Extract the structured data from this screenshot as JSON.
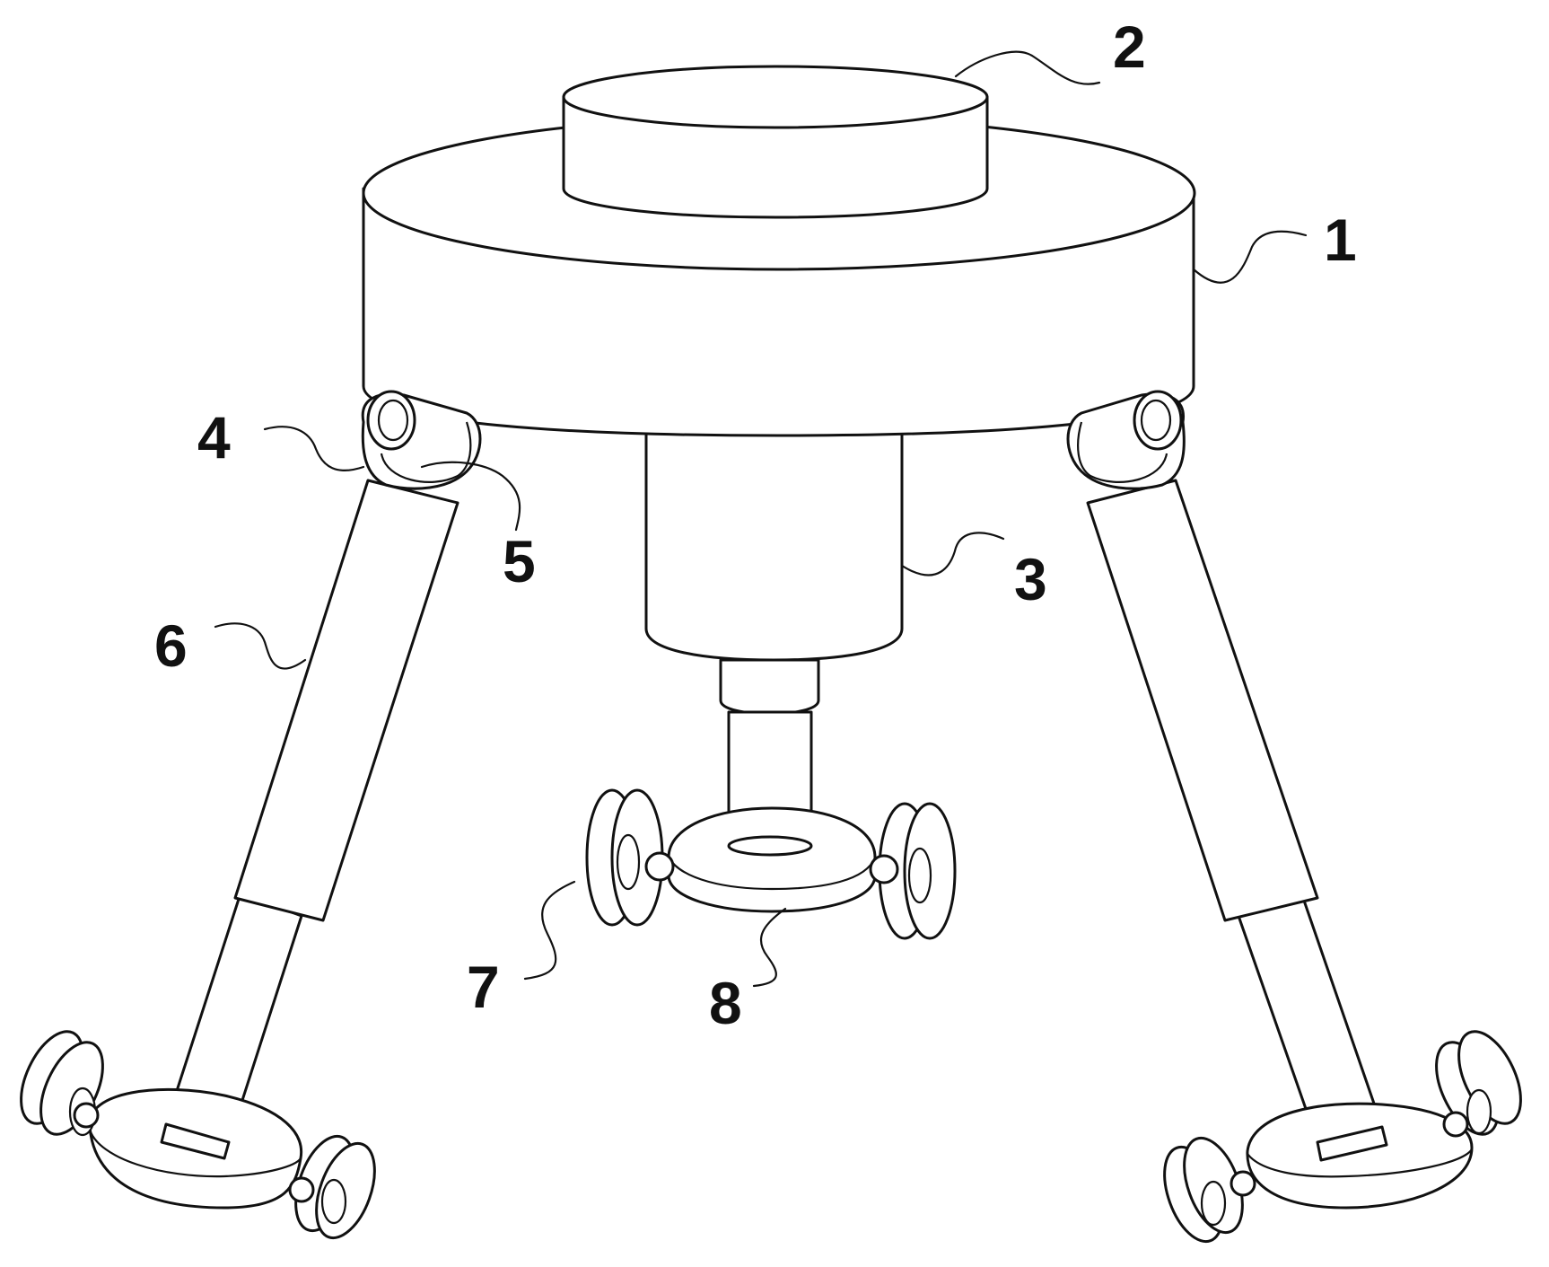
{
  "diagram": {
    "line_color": "#111111",
    "background": "#ffffff",
    "callouts": [
      {
        "id": "1",
        "text": "1"
      },
      {
        "id": "2",
        "text": "2"
      },
      {
        "id": "3",
        "text": "3"
      },
      {
        "id": "4",
        "text": "4"
      },
      {
        "id": "5",
        "text": "5"
      },
      {
        "id": "6",
        "text": "6"
      },
      {
        "id": "7",
        "text": "7"
      },
      {
        "id": "8",
        "text": "8"
      }
    ]
  }
}
